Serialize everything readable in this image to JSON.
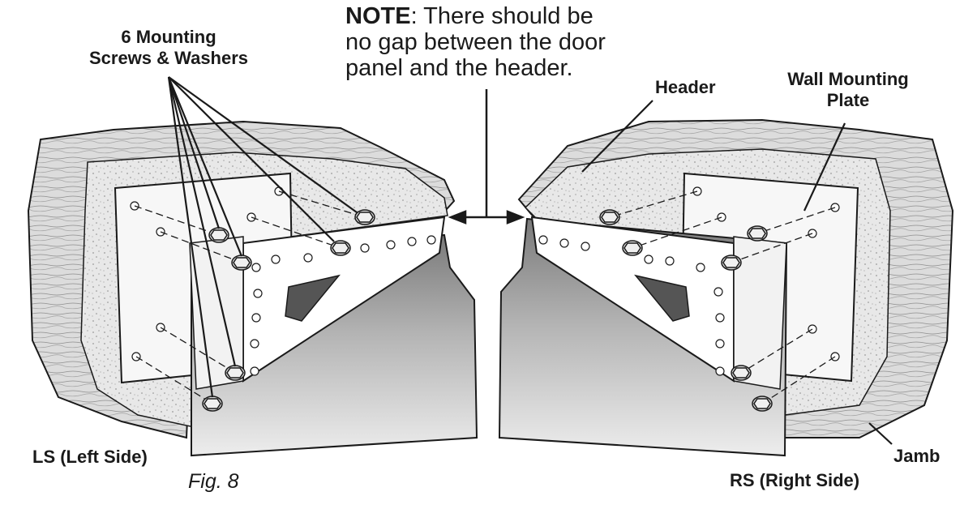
{
  "note": {
    "label": "NOTE",
    "text_line1": ": There should be",
    "text_line2": "no gap between the door",
    "text_line3": "panel and the header."
  },
  "labels": {
    "screws_line1": "6 Mounting",
    "screws_line2": "Screws & Washers",
    "header": "Header",
    "plate_line1": "Wall Mounting",
    "plate_line2": "Plate",
    "jamb": "Jamb",
    "left_side": "LS (Left Side)",
    "right_side": "RS (Right Side)",
    "figure": "Fig. 8"
  },
  "colors": {
    "outline": "#1a1a1a",
    "wood": "#d9d9d9",
    "concrete": "#e6e6e6",
    "plate": "#f7f7f7",
    "door_panel": "#8c8c8c"
  },
  "icons": {
    "screw": "hex-screw-with-washer-icon",
    "bolt_hole": "bolt-hole-icon"
  }
}
